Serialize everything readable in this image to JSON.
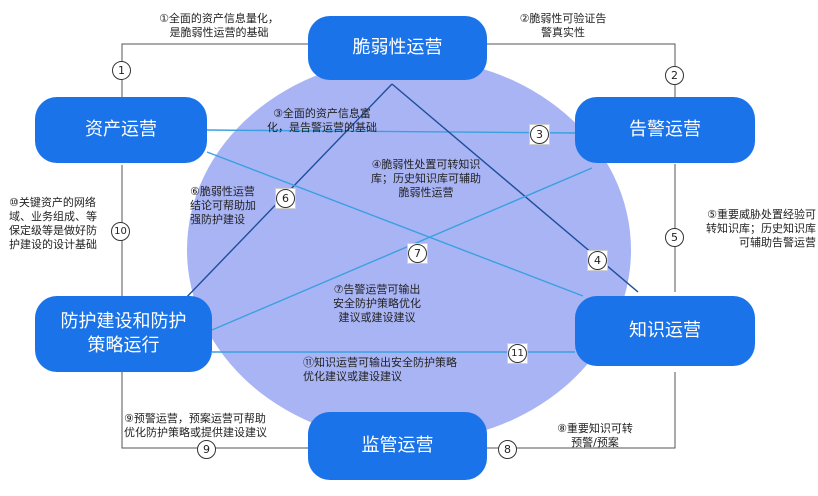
{
  "nodes": {
    "vuln": "脆弱性运营",
    "asset": "资产运营",
    "alert": "告警运营",
    "protect": "防护建设和防护策略运行",
    "knowledge": "知识运营",
    "supervise": "监管运营"
  },
  "markers": [
    "1",
    "2",
    "3",
    "4",
    "5",
    "6",
    "7",
    "8",
    "9",
    "10",
    "11"
  ],
  "labels": {
    "l1": "①全面的资产信息量化，\n是脆弱性运营的基础",
    "l2": "②脆弱性可验证告\n警真实性",
    "l3": "③全面的资产信息富\n化，是告警运营的基础",
    "l4": "④脆弱性处置可转知识\n库；历史知识库可辅助\n脆弱性运营",
    "l5": "⑤重要威胁处置经验可\n转知识库；历史知识库\n可辅助告警运营",
    "l6": "⑥脆弱性运营\n结论可帮助加\n强防护建设",
    "l7": "⑦告警运营可输出\n安全防护策略优化\n建议或建设建议",
    "l8": "⑧重要知识可转\n预警/预案",
    "l9": "⑨预警运营，预案运营可帮助\n优化防护策略或提供建设建议",
    "l10": "⑩关键资产的网络\n域、业务组成、等\n保定级等是做好防\n护建设的设计基础",
    "l11": "⑪知识运营可输出安全防护策略\n优化建议或建设建议"
  },
  "colors": {
    "node": "#1a73e8",
    "ellipse": "#a9b4f5",
    "line_light": "#3aa0e0",
    "line_dark": "#1f4e9a",
    "frame": "#555555"
  }
}
